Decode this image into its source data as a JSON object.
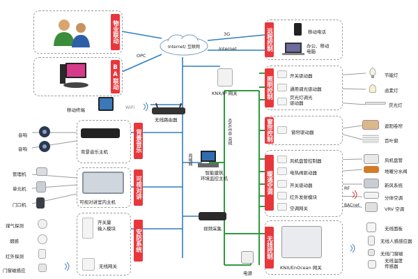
{
  "cloud": {
    "label": "Internet/ 互联网"
  },
  "links": {
    "g3": "3G",
    "internet": "Internet",
    "opc": "OPC",
    "wifi": "WiFi"
  },
  "left": {
    "property": {
      "tag": "物业联动"
    },
    "ba": {
      "tag": "BA联动"
    },
    "mobile": {
      "label": "移动终端"
    },
    "router": {
      "label": "无线路由器"
    },
    "music": {
      "tag": "背景音乐",
      "host": "背景音乐主机",
      "speaker1": "音响",
      "speaker2": "音响"
    },
    "intercom": {
      "tag": "可视对讲",
      "host": "可视对讲室内主机",
      "items": [
        "管理机",
        "单元机",
        "门口机"
      ]
    },
    "security": {
      "tag": "安防系统",
      "module": "开关量\n输入模块",
      "wireless": "无线网关",
      "sensors": [
        "煤气探测",
        "烟感",
        "红外探测",
        "门窗磁感应"
      ]
    }
  },
  "center": {
    "knx_ip": "KNX/IP 网关",
    "lan": "局域网",
    "bus": "KNX/EIB 总线",
    "smart_host": "智能建筑\n环境监控主机",
    "video": "视频采集",
    "power": "电源"
  },
  "right": {
    "remote": {
      "tag": "远程控制",
      "phone": "移动电话",
      "laptop": "办公、移动\n电脑"
    },
    "lighting": {
      "tag": "照明控制",
      "drivers": [
        "开关驱动器",
        "通用调光驱动器",
        "荧光灯调光\n驱动器"
      ],
      "lamps": [
        "节能灯",
        "卤素灯",
        "荧光灯"
      ]
    },
    "curtain": {
      "tag": "窗帘控制",
      "driver": "窗帘驱动器",
      "items": [
        "遮阳卷帘",
        "百叶窗"
      ]
    },
    "hvac": {
      "tag": "暖通空调",
      "drivers": [
        "风机盘管控制器",
        "电热阀驱动器",
        "开关驱动器",
        "红外发射模块",
        "空调网关"
      ],
      "items": [
        "风机盘管",
        "地暖分水阀",
        "新风系统",
        "分体空调",
        "VRV 空调"
      ],
      "rf": "RF",
      "bacnet": "BACnet"
    },
    "wireless": {
      "tag": "无线控制",
      "gateway": "KNX/EnOcean 网关",
      "items": [
        "无线面板",
        "无线人感感应器",
        "无线门窗磁",
        "无线温度\n传感器"
      ]
    }
  },
  "colors": {
    "tag": "#e8373c",
    "bus": "#2f9a3e",
    "lan": "#2e7fc0",
    "link": "#4a86c5"
  }
}
